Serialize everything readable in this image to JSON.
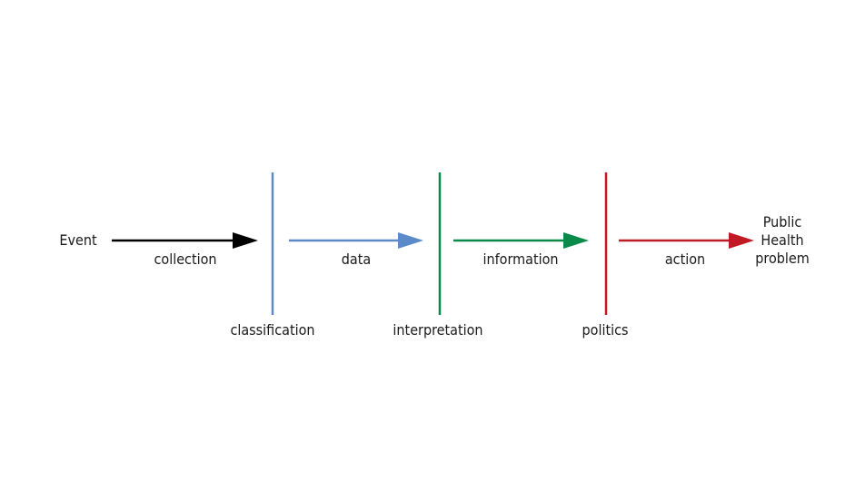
{
  "diagram": {
    "start_label": "Event",
    "end_label_lines": [
      "Public",
      "Health",
      "problem"
    ],
    "arrows": [
      {
        "label": "collection",
        "color": "#000000"
      },
      {
        "label": "data",
        "color": "#5b8ac8"
      },
      {
        "label": "information",
        "color": "#0a8a4a"
      },
      {
        "label": "action",
        "color": "#c01a24"
      }
    ],
    "barriers": [
      {
        "label": "classification",
        "color": "#5b8ac8"
      },
      {
        "label": "interpretation",
        "color": "#0a8a4a"
      },
      {
        "label": "politics",
        "color": "#c01a24"
      }
    ]
  }
}
